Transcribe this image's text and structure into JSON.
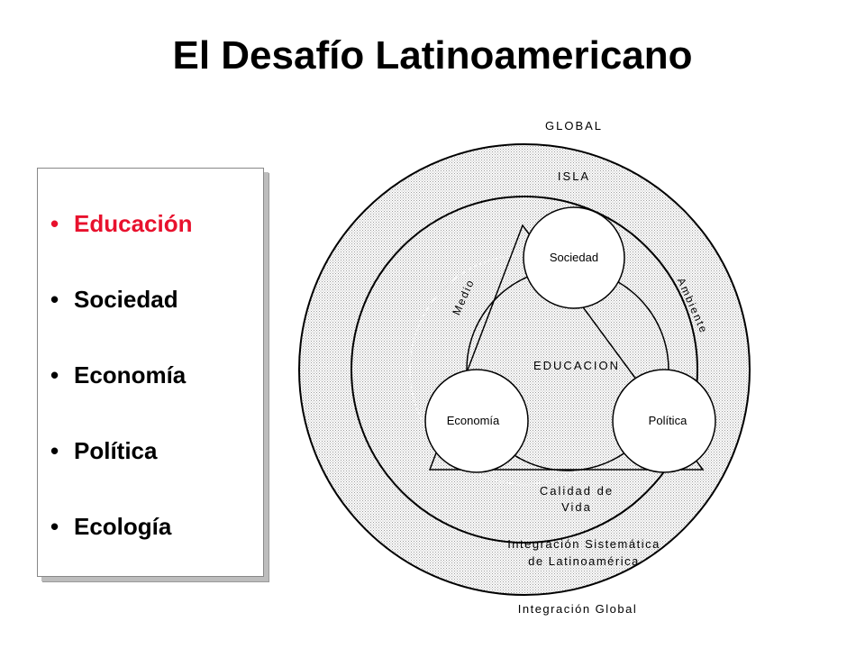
{
  "slide": {
    "title": "El Desafío Latinoamericano"
  },
  "topics": {
    "bullet": "•",
    "items": [
      {
        "label": "Educación",
        "color": "#e8112d"
      },
      {
        "label": "Sociedad",
        "color": "#000000"
      },
      {
        "label": "Economía",
        "color": "#000000"
      },
      {
        "label": "Política",
        "color": "#000000"
      },
      {
        "label": "Ecología",
        "color": "#000000"
      }
    ]
  },
  "diagram": {
    "rings": {
      "global": "GLOBAL",
      "isla": "ISLA",
      "integracion_global": "Integración Global",
      "integracion_sistematica_1": "Integración Sistemática",
      "integracion_sistematica_2": "de Latinoamérica"
    },
    "center": "EDUCACION",
    "nodes": {
      "sociedad": "Sociedad",
      "economia": "Economía",
      "politica": "Política"
    },
    "edges": {
      "medio": "Medio",
      "ambiente": "Ambiente",
      "calidad_1": "Calidad de",
      "calidad_2": "Vida"
    }
  }
}
